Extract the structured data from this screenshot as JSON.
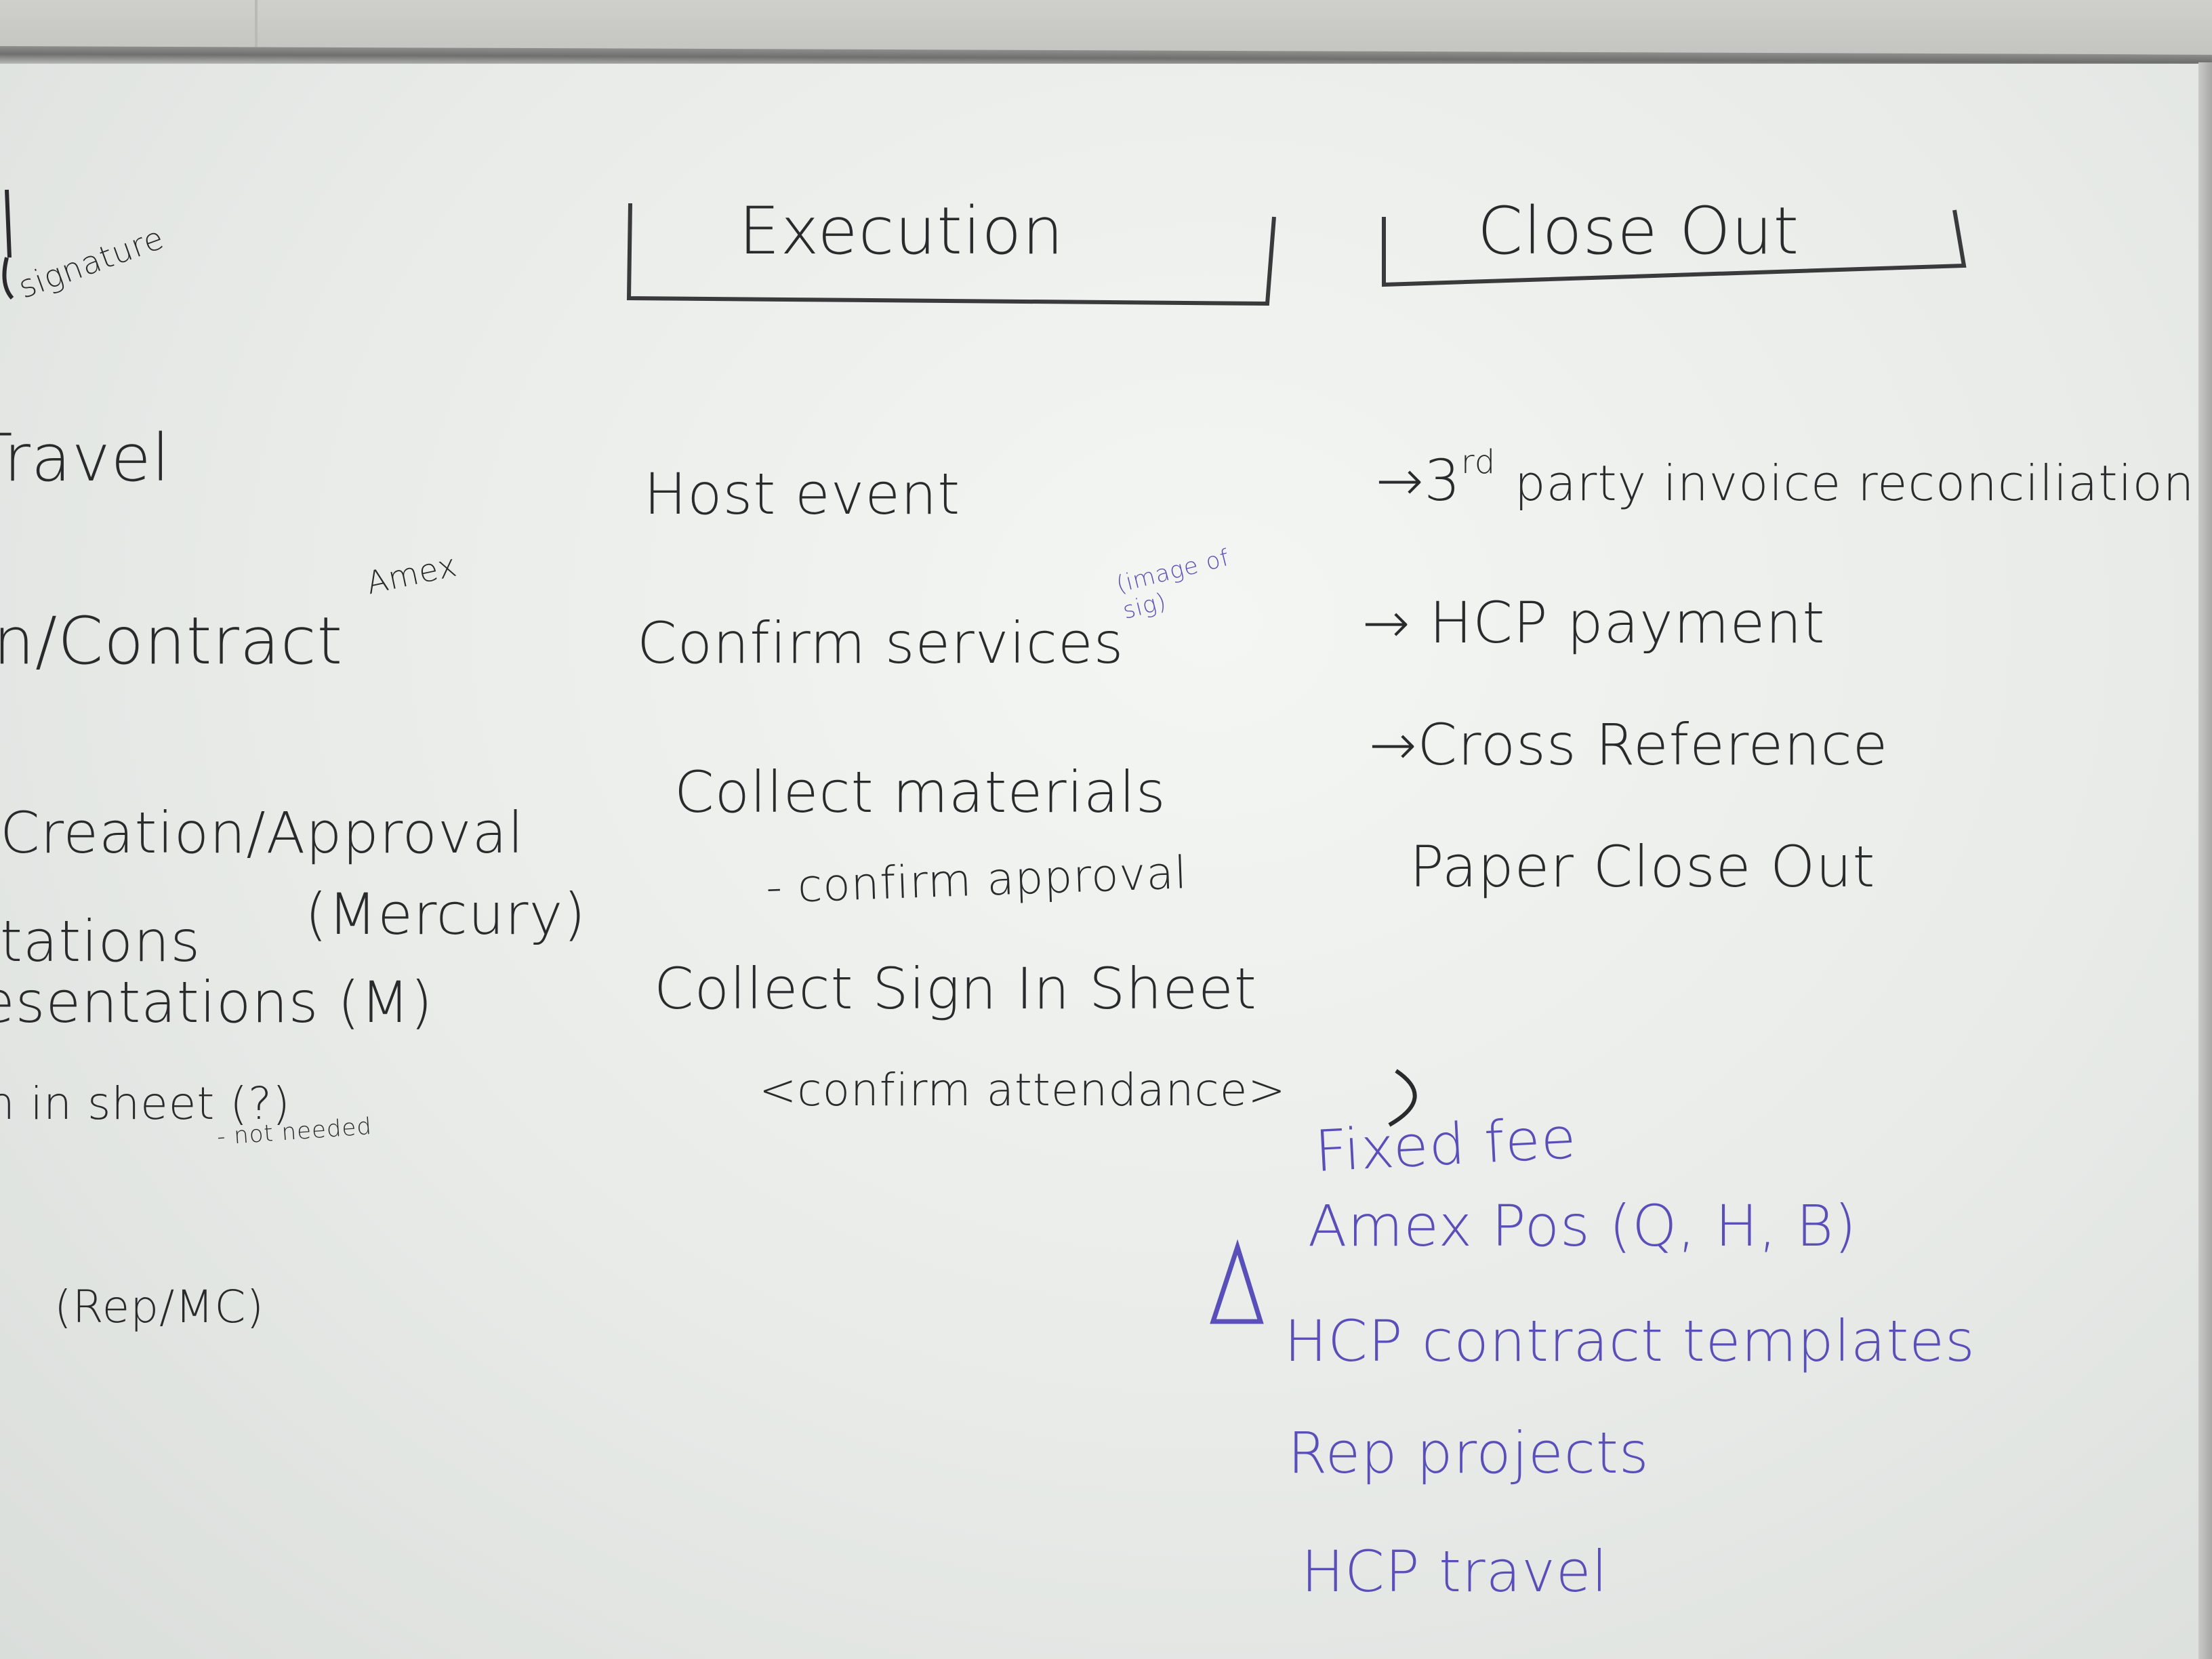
{
  "board": {
    "headers": {
      "execution": "Execution",
      "close_out": "Close Out"
    },
    "left_column": {
      "signature": "signature",
      "travel": "Travel",
      "contract": "n/Contract",
      "amex_note": "Amex",
      "creation": "Creation/Approval",
      "tations": "tations",
      "mercury": "(Mercury)",
      "presentations": "esentations (M)",
      "sign_in": "n in sheet (?)",
      "not_needed": "- not needed",
      "rep_mc": "(Rep/MC)"
    },
    "execution": {
      "host_event": "Host event",
      "confirm_services": "Confirm services",
      "image_note": "(image of sig)",
      "collect_materials": "Collect materials",
      "confirm_approval": "- confirm approval",
      "collect_sign_in": "Collect Sign In Sheet",
      "confirm_attendance": "<confirm attendance>"
    },
    "close_out": {
      "invoice_pre": "→3",
      "invoice_sup": "rd",
      "invoice_post": "party invoice reconciliation",
      "hcp_payment": "→ HCP payment",
      "cross_reference": "→Cross Reference",
      "paper_close_out": "Paper Close Out"
    },
    "blue_notes": {
      "fixed_fee": "Fixed fee",
      "amex_pos": "Amex Pos (Q, H, B)",
      "delta": "Δ",
      "hcp_contract": "HCP contract templates",
      "rep_projects": "Rep projects",
      "hcp_travel": "HCP travel"
    },
    "colors": {
      "black_marker": "#2a2a2c",
      "blue_marker": "#5a4fb8",
      "board": "#eef0ee"
    }
  }
}
